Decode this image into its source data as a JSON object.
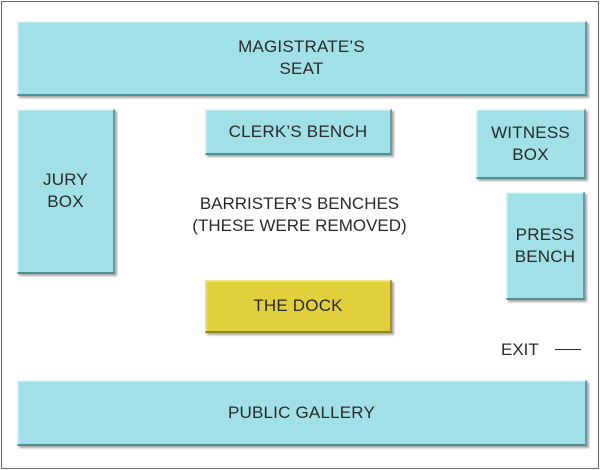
{
  "diagram": {
    "magistrate_seat": "MAGISTRATE’S\nSEAT",
    "clerks_bench": "CLERK’S BENCH",
    "jury_box": "JURY\nBOX",
    "witness_box": "WITNESS\nBOX",
    "barristers_benches": "BARRISTER’S BENCHES\n(THESE WERE REMOVED)",
    "press_bench": "PRESS\nBENCH",
    "the_dock": "THE DOCK",
    "exit": "EXIT",
    "public_gallery": "PUBLIC GALLERY"
  },
  "colors": {
    "furniture": "#a0e0e6",
    "dock": "#e1cf3c",
    "text": "#2a2a2a",
    "border": "#6b6b6b"
  }
}
